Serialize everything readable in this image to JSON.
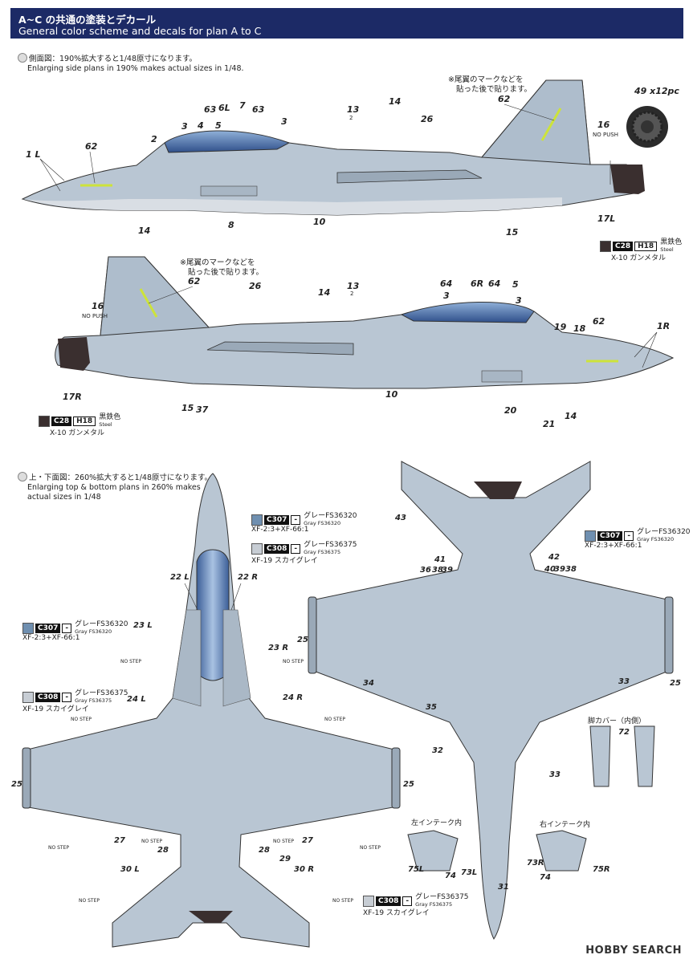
{
  "header": {
    "title_jp": "A~C の共通の塗装とデカール",
    "title_en": "General color scheme and decals for plan A to C"
  },
  "notes": {
    "side_jp": "側面図：190%拡大すると1/48原寸になります。",
    "side_en": "Enlarging side plans in 190% makes actual sizes in 1/48.",
    "top_jp": "上・下面図：260%拡大すると1/48原寸になります。",
    "top_en1": "Enlarging top & bottom plans in 260% makes",
    "top_en2": "actual sizes in 1/48",
    "tail_jp1": "※尾翼のマークなどを",
    "tail_jp2": "貼った後で貼ります。",
    "tail_jp1b": "※尾翼のマークなどを",
    "tail_jp2b": "貼った後で貼ります。"
  },
  "decal_sheet": {
    "label": "49 x12pc"
  },
  "paints": {
    "c28": {
      "code": "C28",
      "h": "H18",
      "name_jp": "黒鉄色",
      "name_en": "Steel",
      "sub": "X-10 ガンメタル",
      "color": "#3a2f2f"
    },
    "c307": {
      "code": "C307",
      "h": "-",
      "name_jp": "グレーFS36320",
      "name_en": "Gray FS36320",
      "sub": "XF-2:3+XF-66:1",
      "color": "#6f8fb0"
    },
    "c308": {
      "code": "C308",
      "h": "-",
      "name_jp": "グレーFS36375",
      "name_en": "Gray FS36375",
      "sub": "XF-19 スカイグレイ",
      "color": "#c7cdd4"
    }
  },
  "labels": {
    "l1L": "1 L",
    "l62a": "62",
    "l2": "2",
    "l3a": "3",
    "l4": "4",
    "l5a": "5",
    "l63a": "63",
    "l6L": "6L",
    "l7": "7",
    "l63b": "63",
    "l3b": "3",
    "l13a": "13",
    "l14a": "14",
    "l26a": "26",
    "l62b": "62",
    "l16a": "16",
    "nopush": "NO PUSH",
    "l17L": "17L",
    "l15a": "15",
    "l10a": "10",
    "l8": "8",
    "l14b": "14",
    "l62c": "62",
    "l16b": "16",
    "l26b": "26",
    "l14c": "14",
    "l13b": "13",
    "l64a": "64",
    "l6R": "6R",
    "l64b": "64",
    "l5b": "5",
    "l3c": "3",
    "l3d": "3",
    "l19": "19",
    "l18": "18",
    "l62d": "62",
    "l1R": "1R",
    "l17R": "17R",
    "l15b": "15",
    "l37": "37",
    "l10b": "10",
    "l20": "20",
    "l21": "21",
    "l14d": "14",
    "l22L": "22 L",
    "l22R": "22 R",
    "l23L": "23 L",
    "l23R": "23 R",
    "l24L": "24 L",
    "l24R": "24 R",
    "l25a": "25",
    "l25b": "25",
    "l27a": "27",
    "l27b": "27",
    "l28a": "28",
    "l28b": "28",
    "l29": "29",
    "l30L": "30 L",
    "l30R": "30 R",
    "l43": "43",
    "l41": "41",
    "l42": "42",
    "l36": "36",
    "l38a": "38",
    "l39a": "39",
    "l40": "40",
    "l39b": "39",
    "l38b": "38",
    "l25c": "25",
    "l25d": "25",
    "l34": "34",
    "l33a": "33",
    "l35": "35",
    "l32": "32",
    "l33b": "33",
    "l31": "31",
    "gear_cover": "脚カバー（内側）",
    "l72": "72",
    "left_intake": "左インテーク内",
    "right_intake": "右インテーク内",
    "l75L": "75L",
    "l74a": "74",
    "l73L": "73L",
    "l73R": "73R",
    "l74b": "74",
    "l75R": "75R",
    "nostep": "NO STEP",
    "l2small": "2",
    "l2small_b": "2"
  },
  "watermark": "HOBBY SEARCH"
}
